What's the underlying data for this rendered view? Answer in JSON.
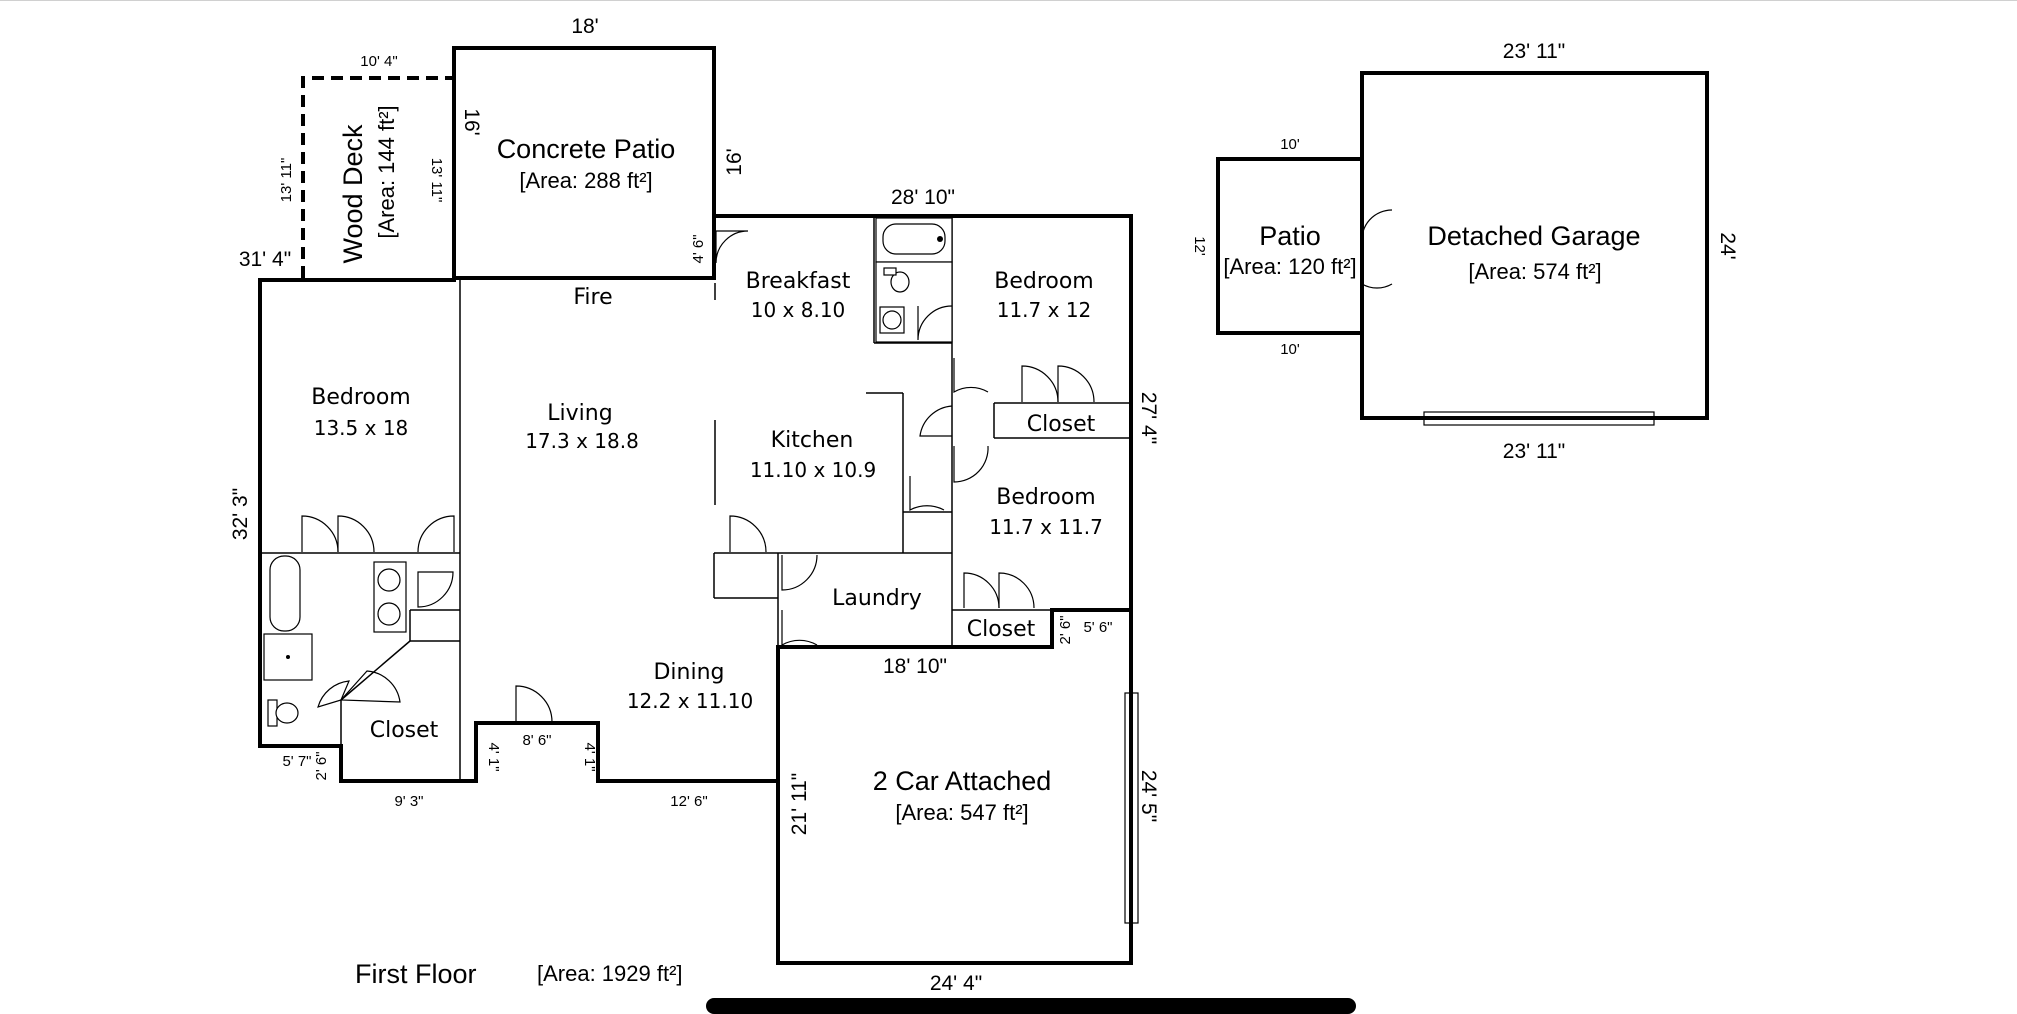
{
  "floor": {
    "title": "First Floor",
    "area": "[Area: 1929 ft²]"
  },
  "rooms": {
    "wood_deck": {
      "name": "Wood Deck",
      "area": "[Area: 144 ft²]"
    },
    "concrete_patio": {
      "name": "Concrete Patio",
      "area": "[Area: 288 ft²]"
    },
    "fire": {
      "name": "Fire"
    },
    "breakfast": {
      "name": "Breakfast",
      "dim": "10 x 8.10"
    },
    "bedroom_ne": {
      "name": "Bedroom",
      "dim": "11.7 x 12"
    },
    "bedroom_w": {
      "name": "Bedroom",
      "dim": "13.5 x 18"
    },
    "living": {
      "name": "Living",
      "dim": "17.3 x 18.8"
    },
    "kitchen": {
      "name": "Kitchen",
      "dim": "11.10 x 10.9"
    },
    "closet_e": {
      "name": "Closet"
    },
    "bedroom_se": {
      "name": "Bedroom",
      "dim": "11.7 x 11.7"
    },
    "laundry": {
      "name": "Laundry"
    },
    "closet_s": {
      "name": "Closet"
    },
    "dining": {
      "name": "Dining",
      "dim": "12.2 x 11.10"
    },
    "closet_w": {
      "name": "Closet"
    },
    "garage_attached": {
      "name": "2 Car Attached",
      "area": "[Area: 547 ft²]"
    },
    "patio": {
      "name": "Patio",
      "area": "[Area: 120 ft²]"
    },
    "garage_detached": {
      "name": "Detached Garage",
      "area": "[Area: 574 ft²]"
    }
  },
  "dimensions": {
    "patio_top": "18'",
    "deck_top": "10' 4\"",
    "deck_left": "13' 11\"",
    "deck_right": "13' 11\"",
    "patio_left": "16'",
    "patio_right": "16'",
    "patio_step": "4' 6\"",
    "house_top": "28' 10\"",
    "house_nw": "31' 4\"",
    "house_west": "32' 3\"",
    "house_east": "27' 4\"",
    "sw_a": "5' 7\"",
    "sw_b": "2' 6\"",
    "sw_c": "9' 3\"",
    "sw_d": "4' 1\"",
    "sw_e": "8' 6\"",
    "sw_f": "4' 1\"",
    "sw_g": "12' 6\"",
    "garage_top": "18' 10\"",
    "notch_a": "2' 6\"",
    "notch_b": "5' 6\"",
    "garage_left": "21' 11\"",
    "garage_right": "24' 5\"",
    "garage_bottom": "24' 4\"",
    "patio2_top": "10'",
    "patio2_bottom": "10'",
    "patio2_left": "12'",
    "dg_top": "23' 11\"",
    "dg_bottom": "23' 11\"",
    "dg_right": "24'"
  }
}
